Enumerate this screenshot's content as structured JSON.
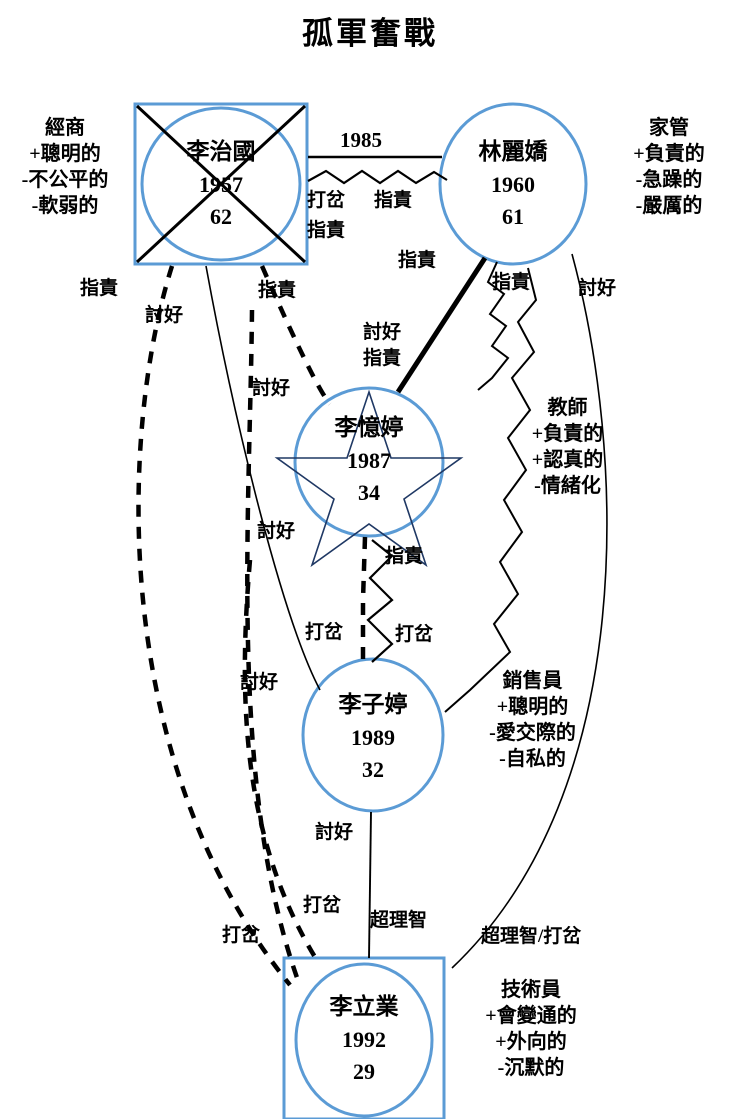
{
  "title": "孤軍奮戰",
  "colors": {
    "node_stroke": "#5b9bd5",
    "star_stroke": "#1f3864",
    "line": "#000000",
    "text": "#000000"
  },
  "people": [
    {
      "id": "father",
      "name": "李治國",
      "year": "1957",
      "age": "62",
      "shape": "square-circle",
      "deceased": true,
      "attrs": [
        "經商",
        "+聰明的",
        "-不公平的",
        "-軟弱的"
      ]
    },
    {
      "id": "mother",
      "name": "林麗嬌",
      "year": "1960",
      "age": "61",
      "shape": "circle",
      "deceased": false,
      "attrs": [
        "家管",
        "+負責的",
        "-急躁的",
        "-嚴厲的"
      ]
    },
    {
      "id": "daughter1",
      "name": "李憶婷",
      "year": "1987",
      "age": "34",
      "shape": "circle-star",
      "deceased": false,
      "attrs": [
        "教師",
        "+負責的",
        "+認真的",
        "-情緒化"
      ]
    },
    {
      "id": "daughter2",
      "name": "李子婷",
      "year": "1989",
      "age": "32",
      "shape": "circle",
      "deceased": false,
      "attrs": [
        "銷售員",
        "+聰明的",
        "-愛交際的",
        "-自私的"
      ]
    },
    {
      "id": "son",
      "name": "李立業",
      "year": "1992",
      "age": "29",
      "shape": "square-circle",
      "deceased": false,
      "attrs": [
        "技術員",
        "+會變通的",
        "+外向的",
        "-沉默的"
      ]
    }
  ],
  "marriage": {
    "year": "1985"
  },
  "edge_labels": {
    "marriage_conflict_left": "打岔",
    "marriage_conflict_left2": "指責",
    "marriage_conflict_right": "指責",
    "father_left_blame": "指責",
    "father_placate": "討好",
    "father_right_blame": "指責",
    "father_right_placate": "討好",
    "mother_blame_left": "指責",
    "mother_blame_mid": "指責",
    "mother_placate_right": "討好",
    "d1_placate_up": "討好",
    "d1_blame_up": "指責",
    "d1_placate_left": "討好",
    "d1_placate_down": "討好",
    "d1_blame_down": "指責",
    "d1_distract_left": "打岔",
    "d1_distract_right": "打岔",
    "d2_placate_left": "討好",
    "d2_placate_down": "討好",
    "son_distract_far": "打岔",
    "son_distract_near": "打岔",
    "son_superreason": "超理智",
    "son_superreason_distract": "超理智/打岔"
  }
}
